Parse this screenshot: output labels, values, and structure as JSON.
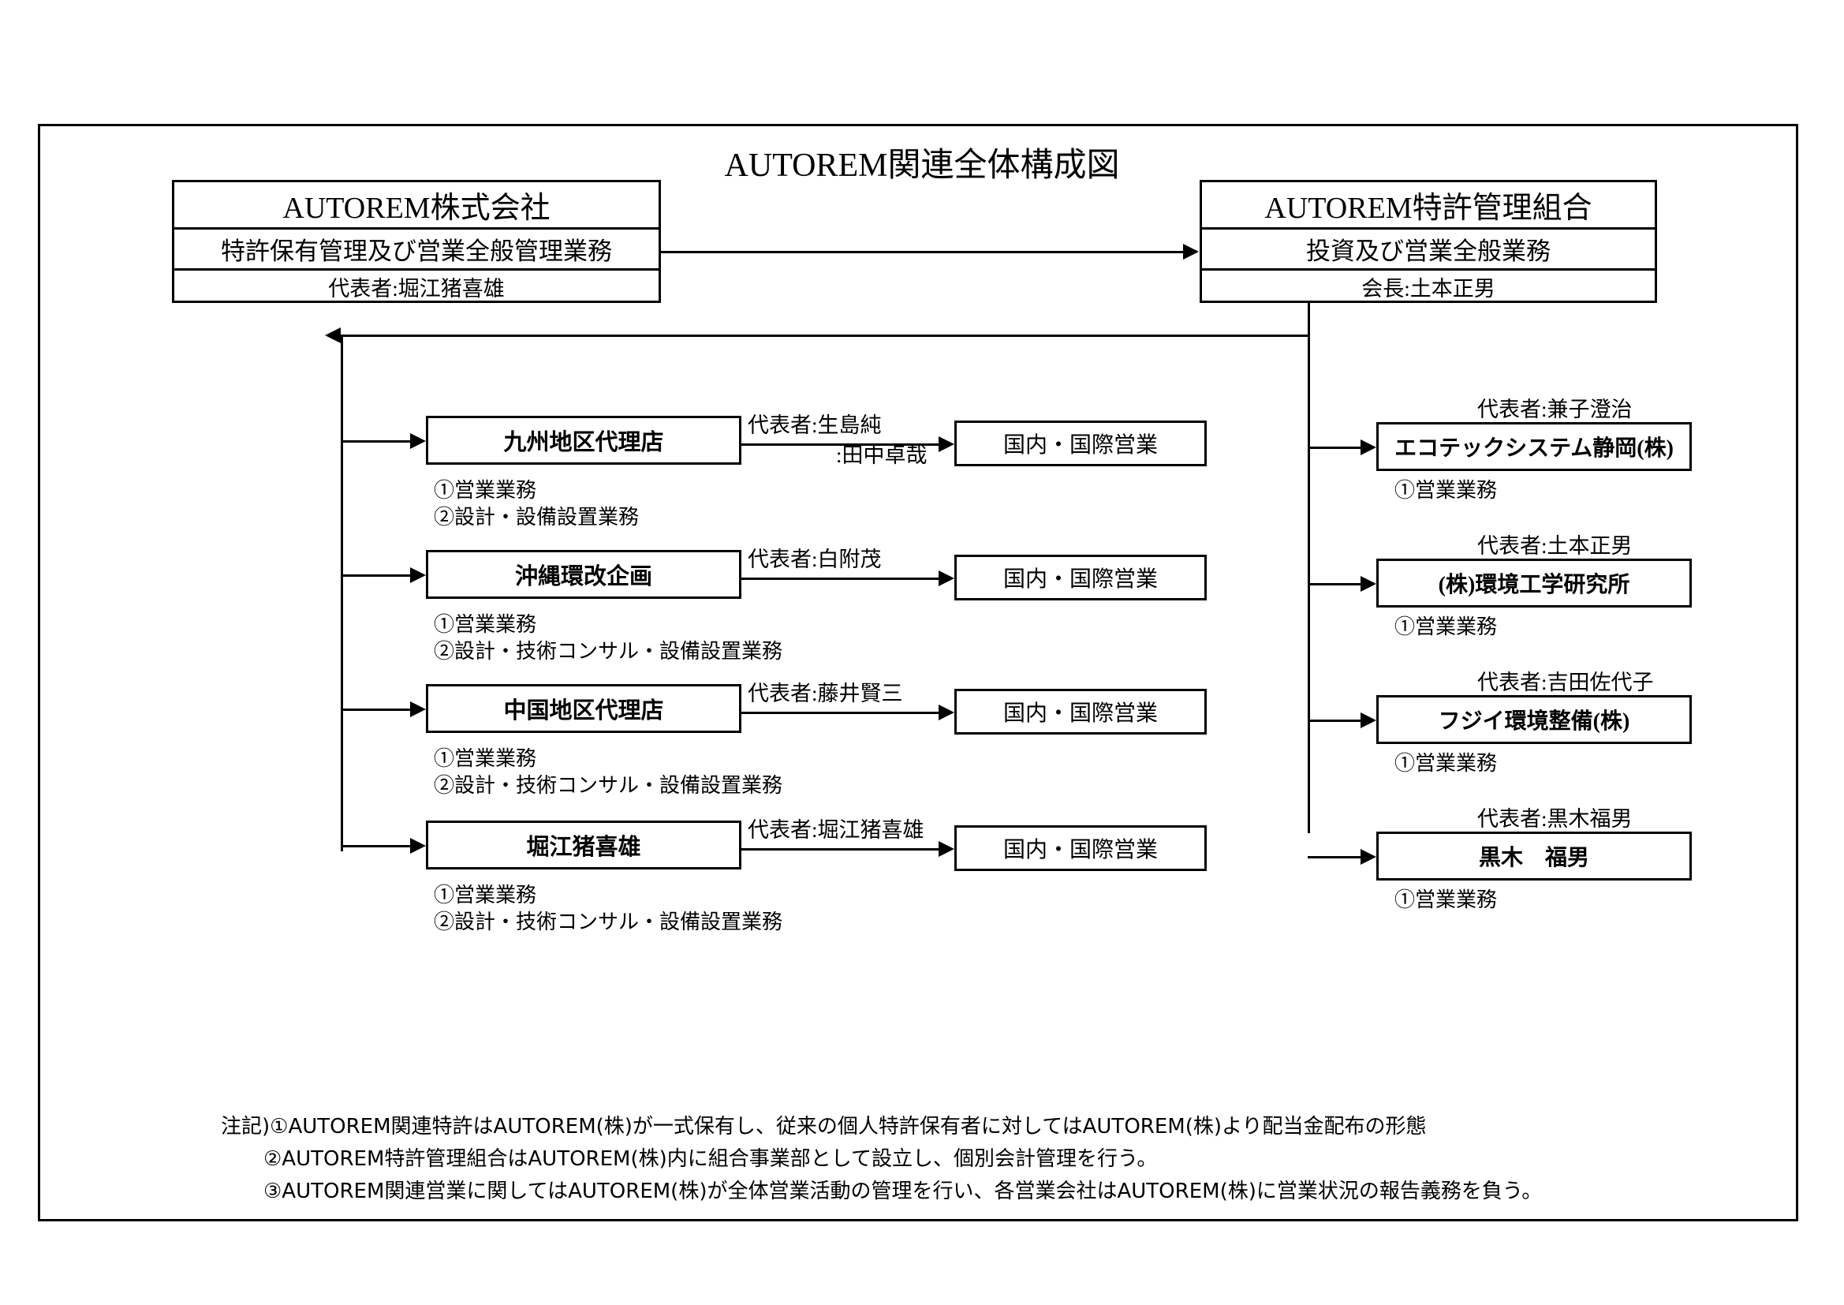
{
  "title": "AUTOREM関連全体構成図",
  "head": {
    "left": {
      "name": "AUTOREM株式会社",
      "business": "特許保有管理及び営業全般管理業務",
      "representative": "代表者:堀江猪喜雄"
    },
    "right": {
      "name": "AUTOREM特許管理組合",
      "business": "投資及び営業全般業務",
      "representative": "会長:土本正男"
    }
  },
  "agencies": [
    {
      "name": "九州地区代理店",
      "rep_line1": "代表者:生島純",
      "rep_line2": ":田中卓哉",
      "sales": "国内・国際営業",
      "duty1": "①営業業務",
      "duty2": "②設計・設備設置業務"
    },
    {
      "name": "沖縄環改企画",
      "rep_line1": "代表者:白附茂",
      "rep_line2": "",
      "sales": "国内・国際営業",
      "duty1": "①営業業務",
      "duty2": "②設計・技術コンサル・設備設置業務"
    },
    {
      "name": "中国地区代理店",
      "rep_line1": "代表者:藤井賢三",
      "rep_line2": "",
      "sales": "国内・国際営業",
      "duty1": "①営業業務",
      "duty2": "②設計・技術コンサル・設備設置業務"
    },
    {
      "name": "堀江猪喜雄",
      "rep_line1": "代表者:堀江猪喜雄",
      "rep_line2": "",
      "sales": "国内・国際営業",
      "duty1": "①営業業務",
      "duty2": "②設計・技術コンサル・設備設置業務"
    }
  ],
  "partners": [
    {
      "rep": "代表者:兼子澄治",
      "name": "エコテックシステム静岡(株)",
      "duty1": "①営業業務"
    },
    {
      "rep": "代表者:土本正男",
      "name": "(株)環境工学研究所",
      "duty1": "①営業業務"
    },
    {
      "rep": "代表者:吉田佐代子",
      "name": "フジイ環境整備(株)",
      "duty1": "①営業業務"
    },
    {
      "rep": "代表者:黒木福男",
      "name": "黒木　福男",
      "duty1": "①営業業務"
    }
  ],
  "notes": {
    "n1": "注記)①AUTOREM関連特許はAUTOREM(株)が一式保有し、従来の個人特許保有者に対してはAUTOREM(株)より配当金配布の形態",
    "n2": "②AUTOREM特許管理組合はAUTOREM(株)内に組合事業部として設立し、個別会計管理を行う。",
    "n3": "③AUTOREM関連営業に関してはAUTOREM(株)が全体営業活動の管理を行い、各営業会社はAUTOREM(株)に営業状況の報告義務を負う。"
  },
  "colors": {
    "ink": "#000000",
    "paper": "#ffffff"
  }
}
